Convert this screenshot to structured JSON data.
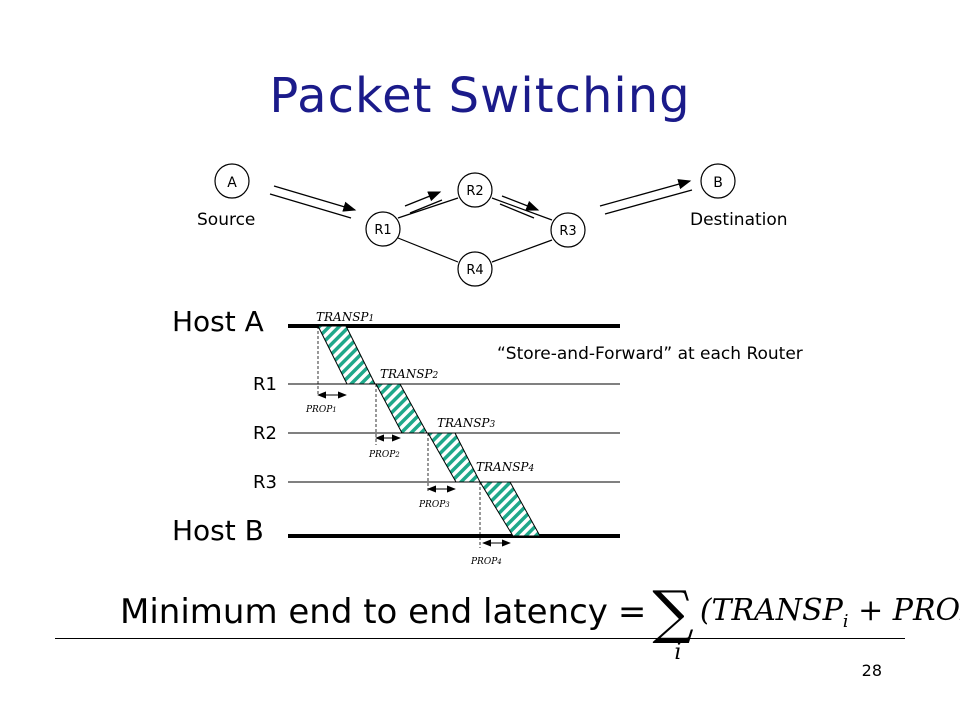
{
  "title": "Packet Switching",
  "network": {
    "nodes": {
      "a": "A",
      "b": "B",
      "r1": "R1",
      "r2": "R2",
      "r3": "R3",
      "r4": "R4"
    },
    "source_label": "Source",
    "destination_label": "Destination"
  },
  "timeline": {
    "host_a": "Host A",
    "host_b": "Host B",
    "routers": [
      "R1",
      "R2",
      "R3"
    ],
    "note": "“Store-and-Forward” at each Router",
    "transp_labels": [
      {
        "base": "TRANSP",
        "sub": "1"
      },
      {
        "base": "TRANSP",
        "sub": "2"
      },
      {
        "base": "TRANSP",
        "sub": "3"
      },
      {
        "base": "TRANSP",
        "sub": "4"
      }
    ],
    "prop_labels": [
      {
        "base": "PROP",
        "sub": "1"
      },
      {
        "base": "PROP",
        "sub": "2"
      },
      {
        "base": "PROP",
        "sub": "3"
      },
      {
        "base": "PROP",
        "sub": "4"
      }
    ],
    "colors": {
      "packet_fill": "#1fa88a",
      "packet_bg": "#ffffff"
    }
  },
  "formula": {
    "label": "Minimum end to end latency",
    "equals": "=",
    "sum_symbol": "∑",
    "sum_index": "i",
    "expression": "(TRANSPi + PROPi)"
  },
  "page_number": "28",
  "colors": {
    "title": "#1b1b8a"
  }
}
